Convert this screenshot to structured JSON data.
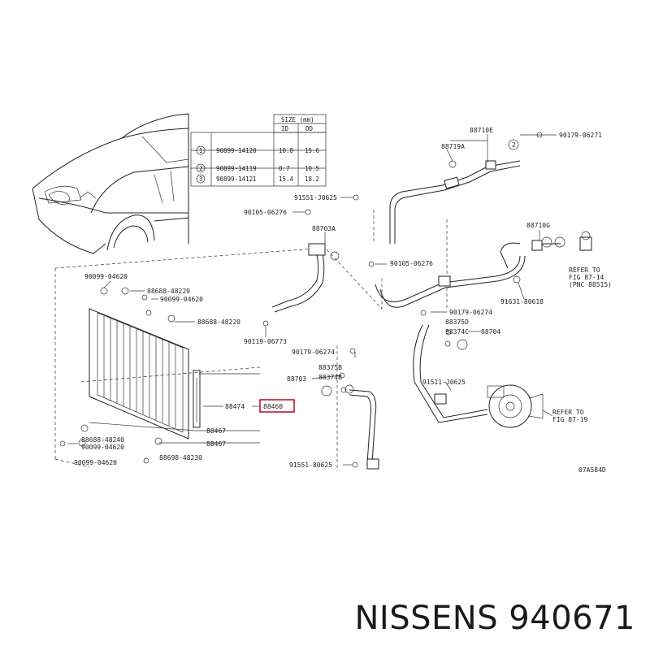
{
  "size_table": {
    "header_size": "SIZE (mm)",
    "col_id": "ID",
    "col_od": "OD",
    "rows": [
      {
        "num": "1",
        "part": "90899-14120",
        "id": "10.8",
        "od": "15.6"
      },
      {
        "num": "2",
        "part": "90899-14119",
        "id": "0.7",
        "od": "10.5"
      },
      {
        "num": "3",
        "part": "90899-14121",
        "id": "15.4",
        "od": "18.2"
      }
    ]
  },
  "labels": {
    "l_88710E": "88710E",
    "l_90179_06271": "90179-06271",
    "l_88719A": "88719A",
    "l_2a": "2",
    "l_91551_J0625": "91551-J0625",
    "l_90105_06276a": "90105-06276",
    "l_88703A": "88703A",
    "l_88710G": "88710G",
    "l_refer1": "REFER TO",
    "l_fig1": "FIG 87-14",
    "l_pnc": "(PNC 88515)",
    "l_90105_06276b": "90105-06276",
    "l_90099_04620a": "90099-04620",
    "l_88688_48220a": "88688-48220",
    "l_90099_04620b": "90099-04620",
    "l_88688_48220b": "88688-48220",
    "l_91631_80618": "91631-80618",
    "l_90179_06274a": "90179-06274",
    "l_88375D": "88375D",
    "l_88374C": "88374C",
    "l_88704": "88704",
    "l_90119_06773": "90119-06773",
    "l_90179_06274b": "90179-06274",
    "l_88375B": "88375B",
    "l_88703": "88703",
    "l_88374B": "88374B",
    "l_91511_J0625": "91511-J0625",
    "l_88474": "88474",
    "l_88460": "88460",
    "l_refer2": "REFER TO",
    "l_fig2": "FIG 87-19",
    "l_88467a": "88467",
    "l_88688_48240": "88688-48240",
    "l_90099_04620c": "90099-04620",
    "l_88467b": "88467",
    "l_90099_04620d": "90099-04620",
    "l_88698_48230": "88698-48230",
    "l_91551_80625": "91551-80625",
    "l_code": "07A584D"
  },
  "caption": "NISSENS 940671",
  "colors": {
    "highlight": "#c0162e",
    "line": "#222222"
  }
}
